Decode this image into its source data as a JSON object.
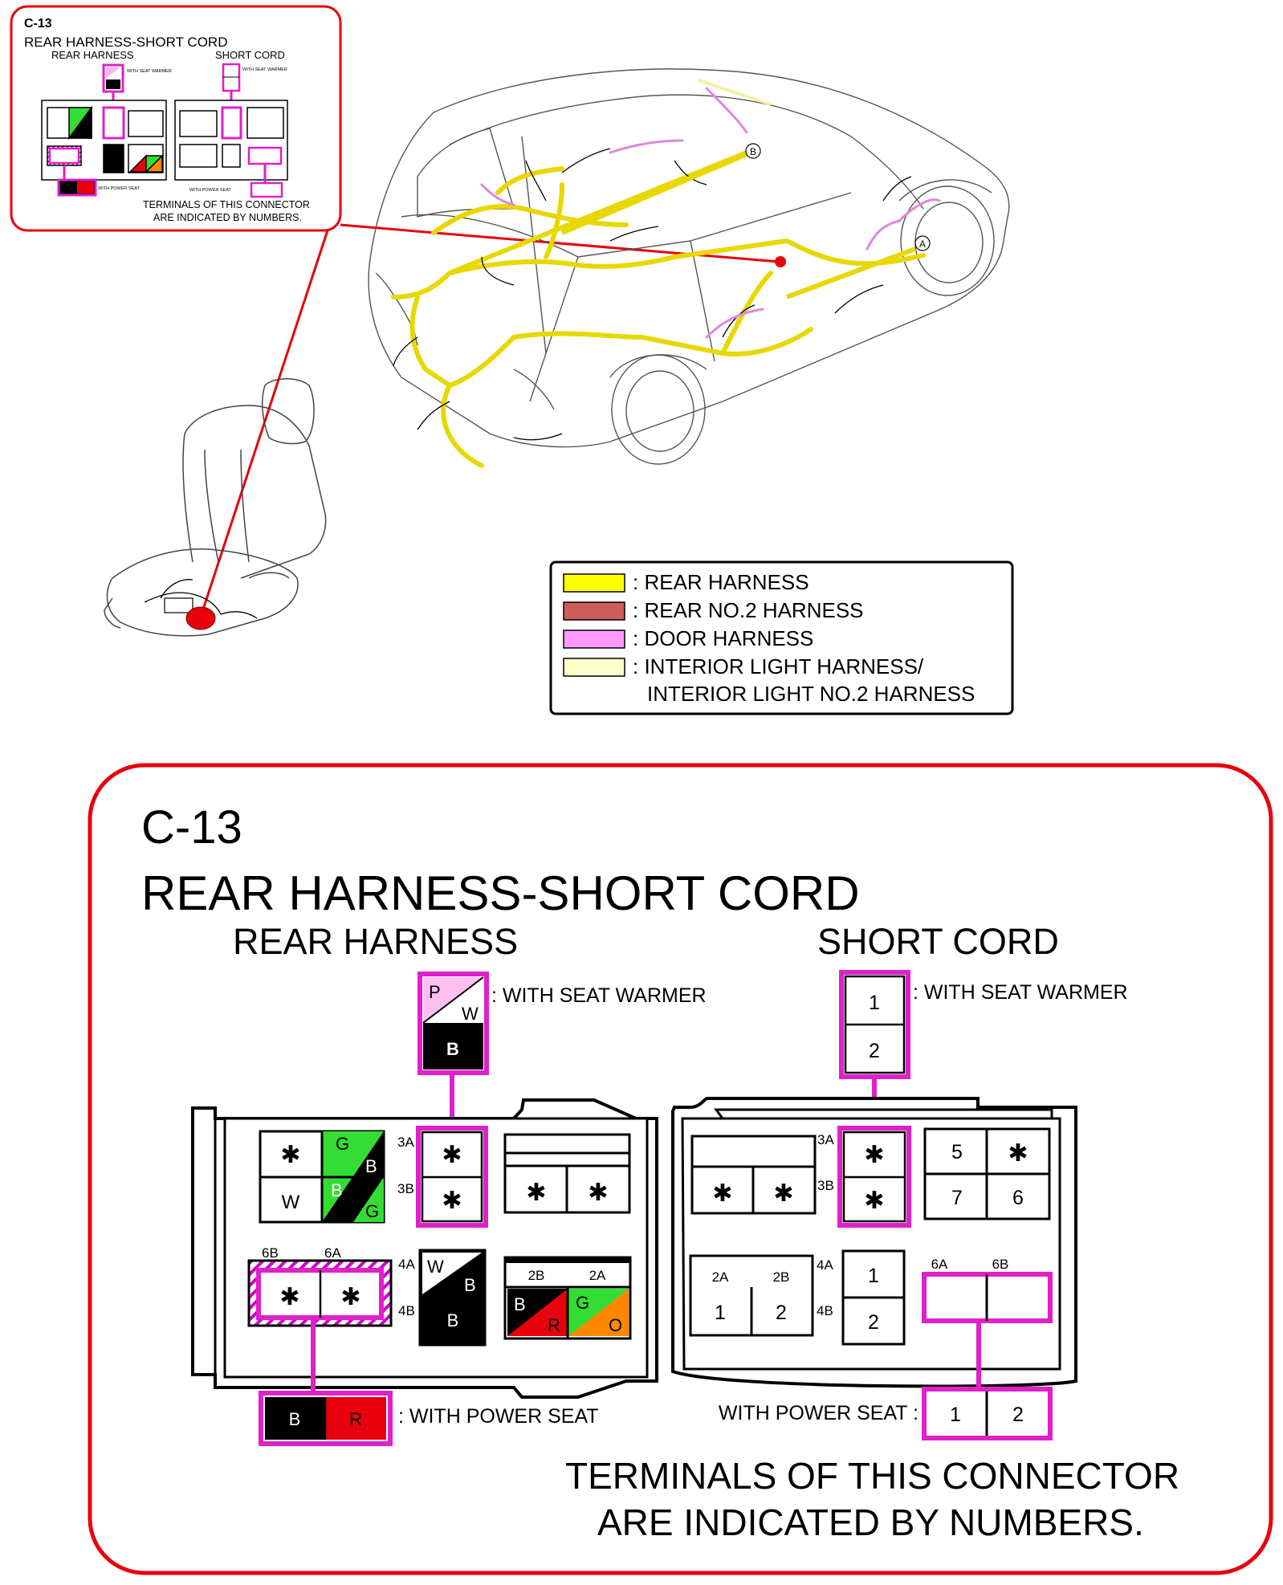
{
  "thumbnail": {
    "code": "C-13",
    "title": "REAR HARNESS-SHORT CORD",
    "rear_harness": "REAR HARNESS",
    "short_cord": "SHORT CORD",
    "seat_warmer_note": "WITH SEAT WARMER",
    "power_seat_note": "WITH POWER SEAT",
    "footnote_line1": "TERMINALS OF THIS CONNECTOR",
    "footnote_line2": "ARE INDICATED BY NUMBERS."
  },
  "locators": {
    "a": "A",
    "b": "B"
  },
  "legend": {
    "items": [
      {
        "label": ": REAR HARNESS",
        "color": "#ffff00"
      },
      {
        "label": ": REAR NO.2 HARNESS",
        "color": "#cd5c5c"
      },
      {
        "label": ": DOOR HARNESS",
        "color": "#ff99ff"
      },
      {
        "label": ": INTERIOR LIGHT HARNESS/",
        "label2": "INTERIOR LIGHT NO.2 HARNESS",
        "color": "#ffffcc"
      }
    ]
  },
  "detail": {
    "code": "C-13",
    "title": "REAR HARNESS-SHORT CORD",
    "rear_harness": {
      "heading": "REAR HARNESS",
      "seat_warmer": {
        "top_left": "P",
        "top_right": "W",
        "bottom": "B",
        "note": ": WITH SEAT WARMER"
      },
      "power_seat": {
        "left": "B",
        "right": "R",
        "note": ": WITH POWER SEAT"
      },
      "block1": {
        "tl": "✱",
        "tr_top": "G",
        "tr_bottom": "B",
        "bl": "W",
        "br_top": "B",
        "br_bottom": "G"
      },
      "block_3ab": {
        "label_a": "3A",
        "label_b": "3B",
        "top": "✱",
        "bottom": "✱"
      },
      "block_right": {
        "left": "✱",
        "right": "✱"
      },
      "block_6": {
        "label_b": "6B",
        "label_a": "6A",
        "left": "✱",
        "right": "✱"
      },
      "block_4ab": {
        "label_a": "4A",
        "label_b": "4B",
        "top_left": "W",
        "top_right": "B",
        "bottom": "B"
      },
      "block_2ab": {
        "label_b": "2B",
        "label_a": "2A",
        "left_top": "B",
        "left_bottom": "R",
        "right_top": "G",
        "right_bottom": "O"
      }
    },
    "short_cord": {
      "heading": "SHORT CORD",
      "seat_warmer": {
        "top": "1",
        "bottom": "2",
        "note": ": WITH SEAT WARMER"
      },
      "power_seat": {
        "left": "1",
        "right": "2",
        "note": "WITH POWER SEAT :"
      },
      "block_left": {
        "left": "✱",
        "right": "✱"
      },
      "block_3ab": {
        "label_a": "3A",
        "label_b": "3B",
        "top": "✱",
        "bottom": "✱"
      },
      "block_right": {
        "tl": "5",
        "tr": "✱",
        "bl": "7",
        "br": "6"
      },
      "block_2ab": {
        "label_a": "2A",
        "label_b": "2B",
        "left": "1",
        "right": "2"
      },
      "block_4ab": {
        "label_a": "4A",
        "label_b": "4B",
        "top": "1",
        "bottom": "2"
      },
      "block_6": {
        "label_a": "6A",
        "label_b": "6B"
      }
    },
    "footnote_line1": "TERMINALS OF THIS CONNECTOR",
    "footnote_line2": "ARE INDICATED BY NUMBERS."
  }
}
